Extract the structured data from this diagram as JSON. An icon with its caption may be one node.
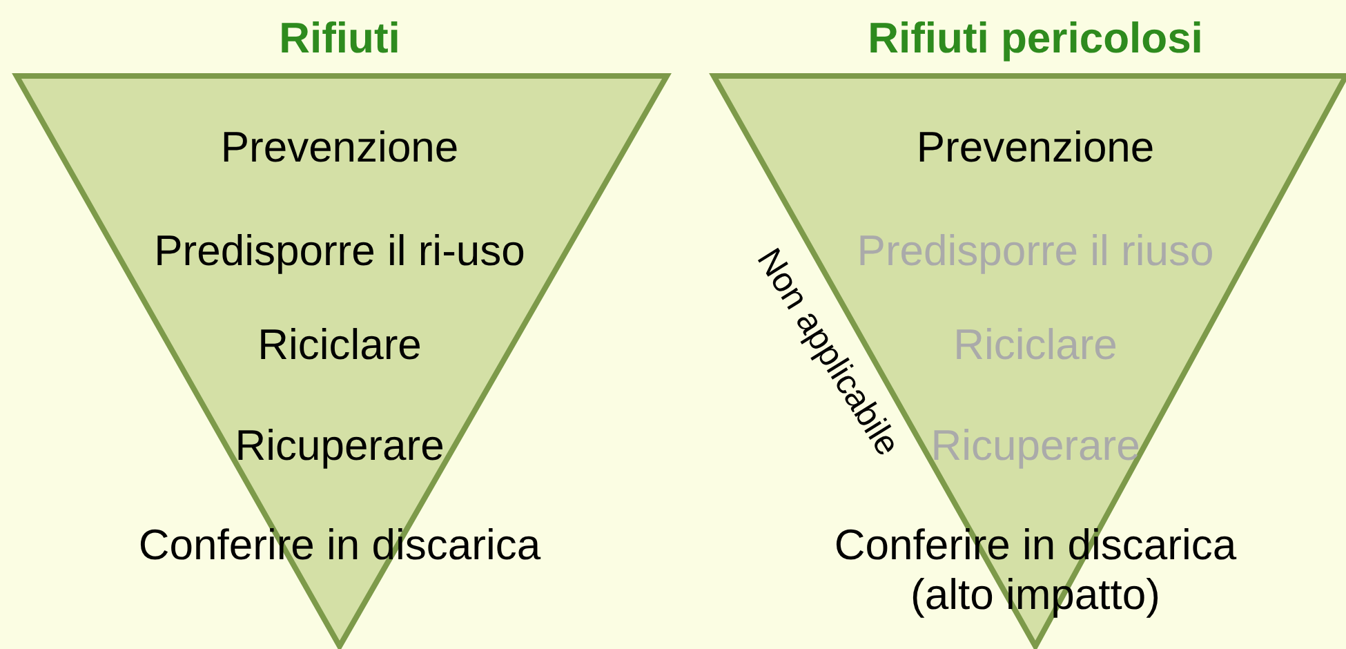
{
  "diagram": {
    "nodes": [
      {
        "text": [
          "Rifiuti",
          "Prevenzione",
          "Predisporre il ri-uso",
          "Riciclare",
          "Ricuperare",
          "Conferire in discarica"
        ]
      },
      {
        "text": [
          "Rifiuti pericolosi",
          "Prevenzione",
          "Predisporre il riuso",
          "Riciclare",
          "Ricuperare",
          "Conferire in discarica (alto impatto)"
        ],
        "beside": [
          "Non applicabile"
        ]
      }
    ]
  }
}
